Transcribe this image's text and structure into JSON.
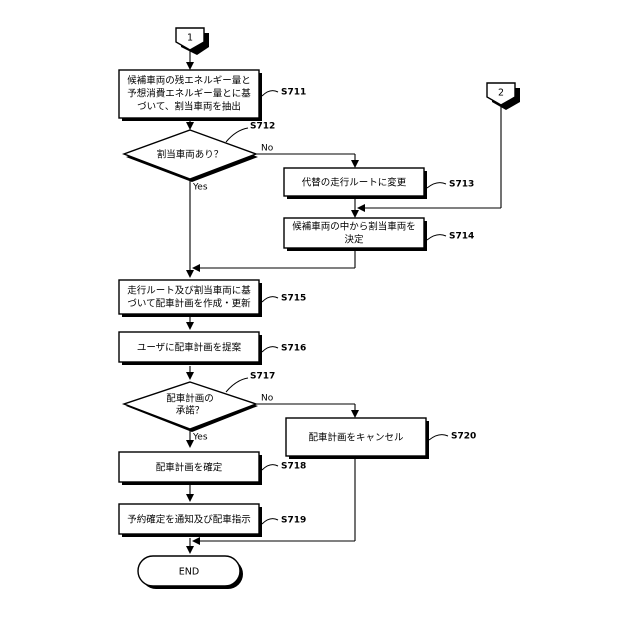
{
  "connectors": {
    "c1": "1",
    "c2": "2"
  },
  "steps": {
    "s711": {
      "lines": [
        "候補車両の残エネルギー量と",
        "予想消費エネルギー量とに基",
        "づいて、割当車両を抽出"
      ],
      "label": "S711"
    },
    "s712": {
      "lines": [
        "割当車両あり？"
      ],
      "label": "S712"
    },
    "s713": {
      "lines": [
        "代替の走行ルートに変更"
      ],
      "label": "S713"
    },
    "s714": {
      "lines": [
        "候補車両の中から割当車両を",
        "決定"
      ],
      "label": "S714"
    },
    "s715": {
      "lines": [
        "走行ルート及び割当車両に基",
        "づいて配車計画を作成・更新"
      ],
      "label": "S715"
    },
    "s716": {
      "lines": [
        "ユーザに配車計画を提案"
      ],
      "label": "S716"
    },
    "s717": {
      "lines": [
        "配車計画の",
        "承諾？"
      ],
      "label": "S717"
    },
    "s718": {
      "lines": [
        "配車計画を確定"
      ],
      "label": "S718"
    },
    "s719": {
      "lines": [
        "予約確定を通知及び配車指示"
      ],
      "label": "S719"
    },
    "s720": {
      "lines": [
        "配車計画をキャンセル"
      ],
      "label": "S720"
    },
    "end": {
      "lines": [
        "END"
      ]
    }
  },
  "branches": {
    "yes": "Yes",
    "no": "No"
  }
}
